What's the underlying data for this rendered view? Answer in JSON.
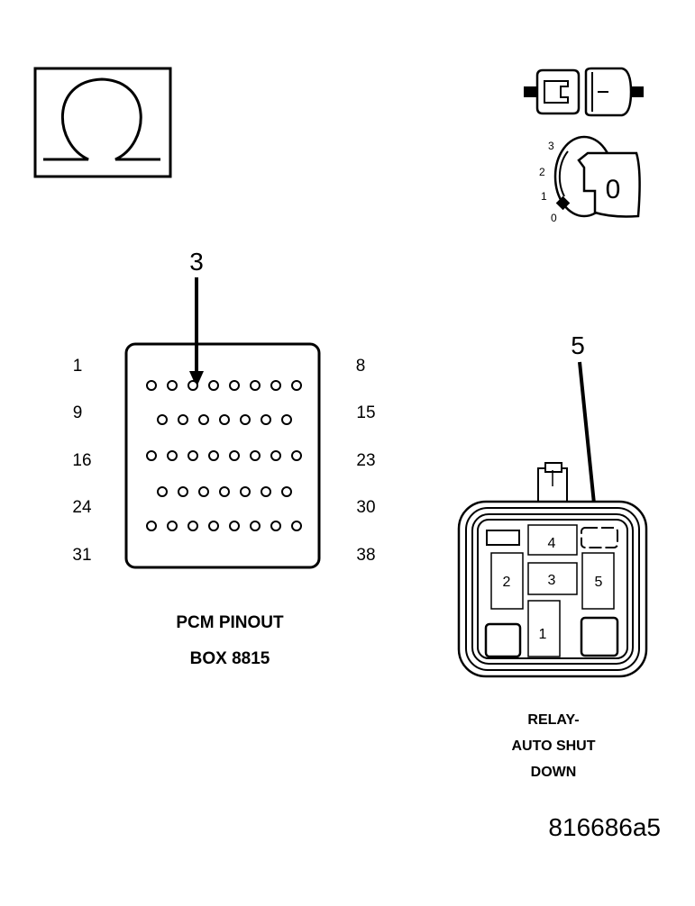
{
  "ohm_symbol": {
    "icon": "ohm-icon"
  },
  "ignition": {
    "icon": "ignition-key-icon",
    "positions": [
      "3",
      "2",
      "1",
      "0"
    ],
    "key_label": "0"
  },
  "pcm": {
    "callout": "3",
    "left_labels": [
      "1",
      "9",
      "16",
      "24",
      "31"
    ],
    "right_labels": [
      "8",
      "15",
      "23",
      "30",
      "38"
    ],
    "caption_line1": "PCM PINOUT",
    "caption_line2": "BOX 8815"
  },
  "relay": {
    "callout": "5",
    "terminals": [
      "4",
      "2",
      "3",
      "5",
      "1"
    ],
    "caption_line1": "RELAY-",
    "caption_line2": "AUTO SHUT",
    "caption_line3": "DOWN"
  },
  "figure_id": "816686a5"
}
